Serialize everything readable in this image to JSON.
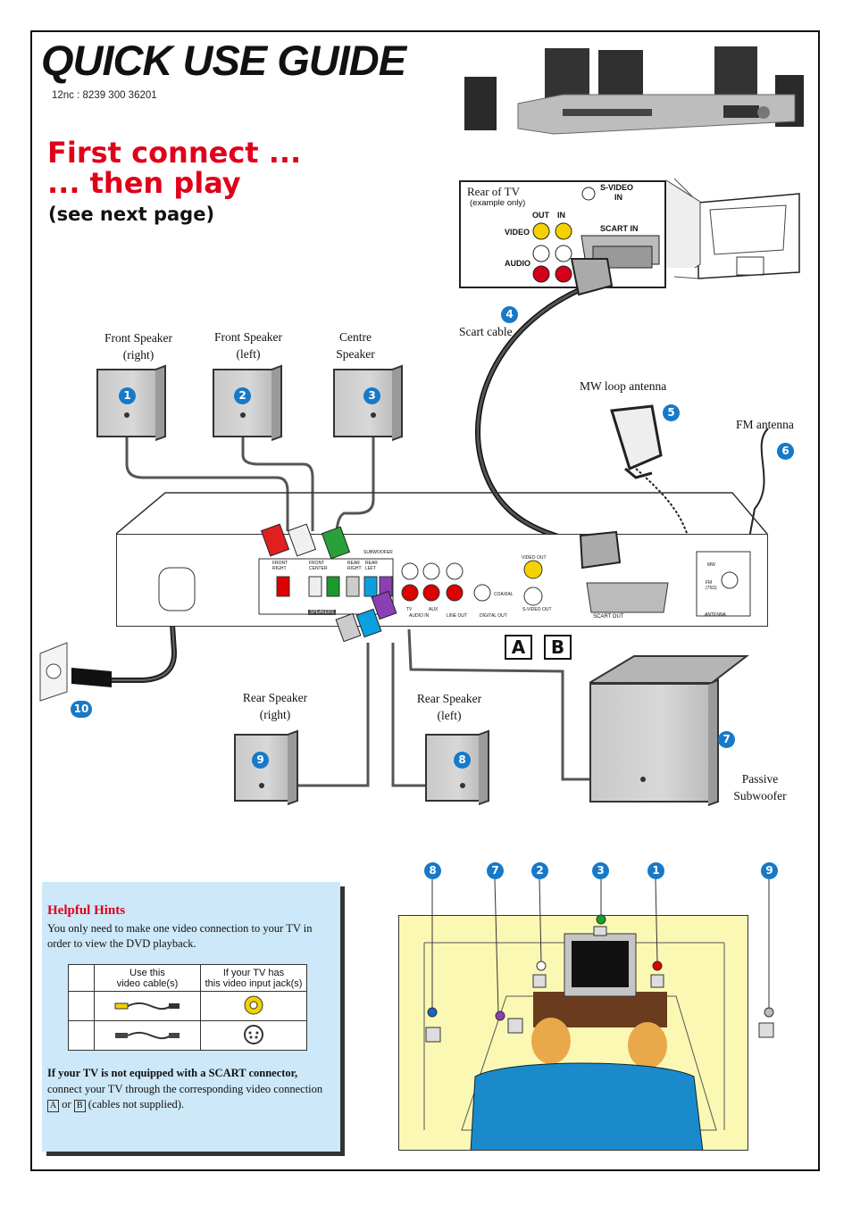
{
  "header": {
    "title": "QUICK USE GUIDE",
    "code": "12nc : 8239 300 36201",
    "line1": "First connect ...",
    "line2": "... then play",
    "line3": "(see next page)"
  },
  "tv_panel": {
    "title": "Rear of TV",
    "note": "(example only)",
    "svideo": "S-VIDEO",
    "svideo2": "IN",
    "out": "OUT",
    "in": "IN",
    "video": "VIDEO",
    "audio": "AUDIO",
    "scart_in": "SCART IN"
  },
  "labels": {
    "front_right": "Front Speaker\n(right)",
    "front_left": "Front Speaker\n(left)",
    "centre": "Centre\nSpeaker",
    "scart_cable": "Scart cable",
    "mw": "MW loop antenna",
    "fm": "FM antenna",
    "rear_right": "Rear Speaker\n(right)",
    "rear_left": "Rear Speaker\n(left)",
    "subwoofer": "Passive\nSubwoofer",
    "a": "A",
    "b": "B"
  },
  "badges": [
    "1",
    "2",
    "3",
    "4",
    "5",
    "6",
    "7",
    "8",
    "9",
    "10"
  ],
  "room_badges": [
    "8",
    "7",
    "2",
    "3",
    "1",
    "9"
  ],
  "unit_labels": {
    "video_out": "VIDEO OUT",
    "coaxial": "COAXIAL",
    "svideo_out": "S-VIDEO OUT",
    "tv": "TV",
    "aux": "AUX",
    "audio_in": "AUDIO IN",
    "line_out": "LINE OUT",
    "digital_out": "DIGITAL OUT",
    "scart_out": "SCART OUT",
    "antenna": "ANTENNA",
    "mw": "MW",
    "fm": "FM\n(75Ω)",
    "speakers": "SPEAKERS",
    "front_right": "FRONT\nRIGHT",
    "front_center": "FRONT\nCENTER",
    "rear_right": "REAR\nRIGHT",
    "rear_left": "REAR\nLEFT",
    "subwoofer": "SUBWOOFER"
  },
  "hints": {
    "title": "Helpful Hints",
    "p1": "You only need to make one video connection to your TV in order to view the DVD playback.",
    "col1": "Use this\nvideo cable(s)",
    "col2": "If your TV has\nthis video input jack(s)",
    "p2_bold": "If your TV is not equipped with a SCART connector,",
    "p2_rest": " connect your TV through the corresponding video connection ",
    "p2_a": "A",
    "p2_or": " or ",
    "p2_b": "B",
    "p2_end": " (cables not supplied)."
  },
  "colors": {
    "accent_red": "#e0001a",
    "badge_blue": "#1779c8",
    "hint_bg": "#cde8f8",
    "room_bg": "#fbf8b4"
  }
}
